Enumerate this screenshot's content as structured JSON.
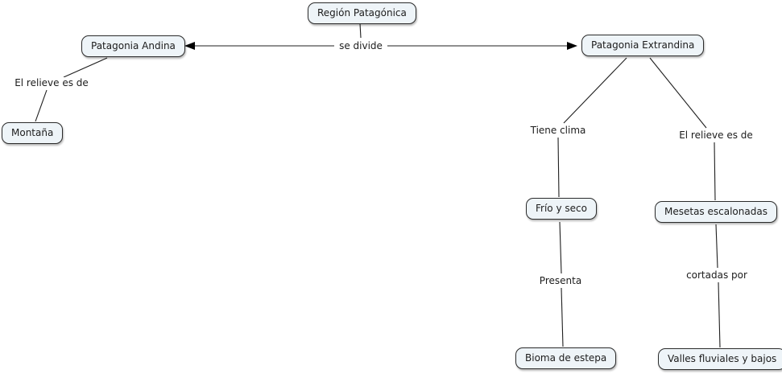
{
  "diagram": {
    "type": "concept-map",
    "background_color": "#ffffff",
    "colors": {
      "node_fill": "#eef4f8",
      "node_border": "#2b2b2b",
      "connector_line": "#1f1f1f",
      "text": "#1c1c1c"
    },
    "nodes": {
      "region": "Región Patagónica",
      "andina": "Patagonia Andina",
      "extrandina": "Patagonia Extrandina",
      "montana": "Montaña",
      "frio": "Frío y seco",
      "mesetas": "Mesetas escalonadas",
      "bioma": "Bioma de estepa",
      "valles": "Valles fluviales y bajos"
    },
    "link_labels": {
      "se_divide": "se divide",
      "relieve_andina": "El relieve es de",
      "tiene_clima": "Tiene clima",
      "relieve_extrandina": "El relieve es de",
      "presenta": "Presenta",
      "cortadas_por": "cortadas por"
    },
    "edges": [
      {
        "from": "Región Patagónica",
        "label": "se divide",
        "to": "Patagonia Andina",
        "arrowhead": true
      },
      {
        "from": "Región Patagónica",
        "label": "se divide",
        "to": "Patagonia Extrandina",
        "arrowhead": true
      },
      {
        "from": "Patagonia Andina",
        "label": "El relieve es de",
        "to": "Montaña",
        "arrowhead": false
      },
      {
        "from": "Patagonia Extrandina",
        "label": "Tiene clima",
        "to": "Frío y seco",
        "arrowhead": false
      },
      {
        "from": "Patagonia Extrandina",
        "label": "El relieve es de",
        "to": "Mesetas escalonadas",
        "arrowhead": false
      },
      {
        "from": "Frío y seco",
        "label": "Presenta",
        "to": "Bioma de estepa",
        "arrowhead": false
      },
      {
        "from": "Mesetas escalonadas",
        "label": "cortadas por",
        "to": "Valles fluviales y bajos",
        "arrowhead": false
      }
    ]
  }
}
